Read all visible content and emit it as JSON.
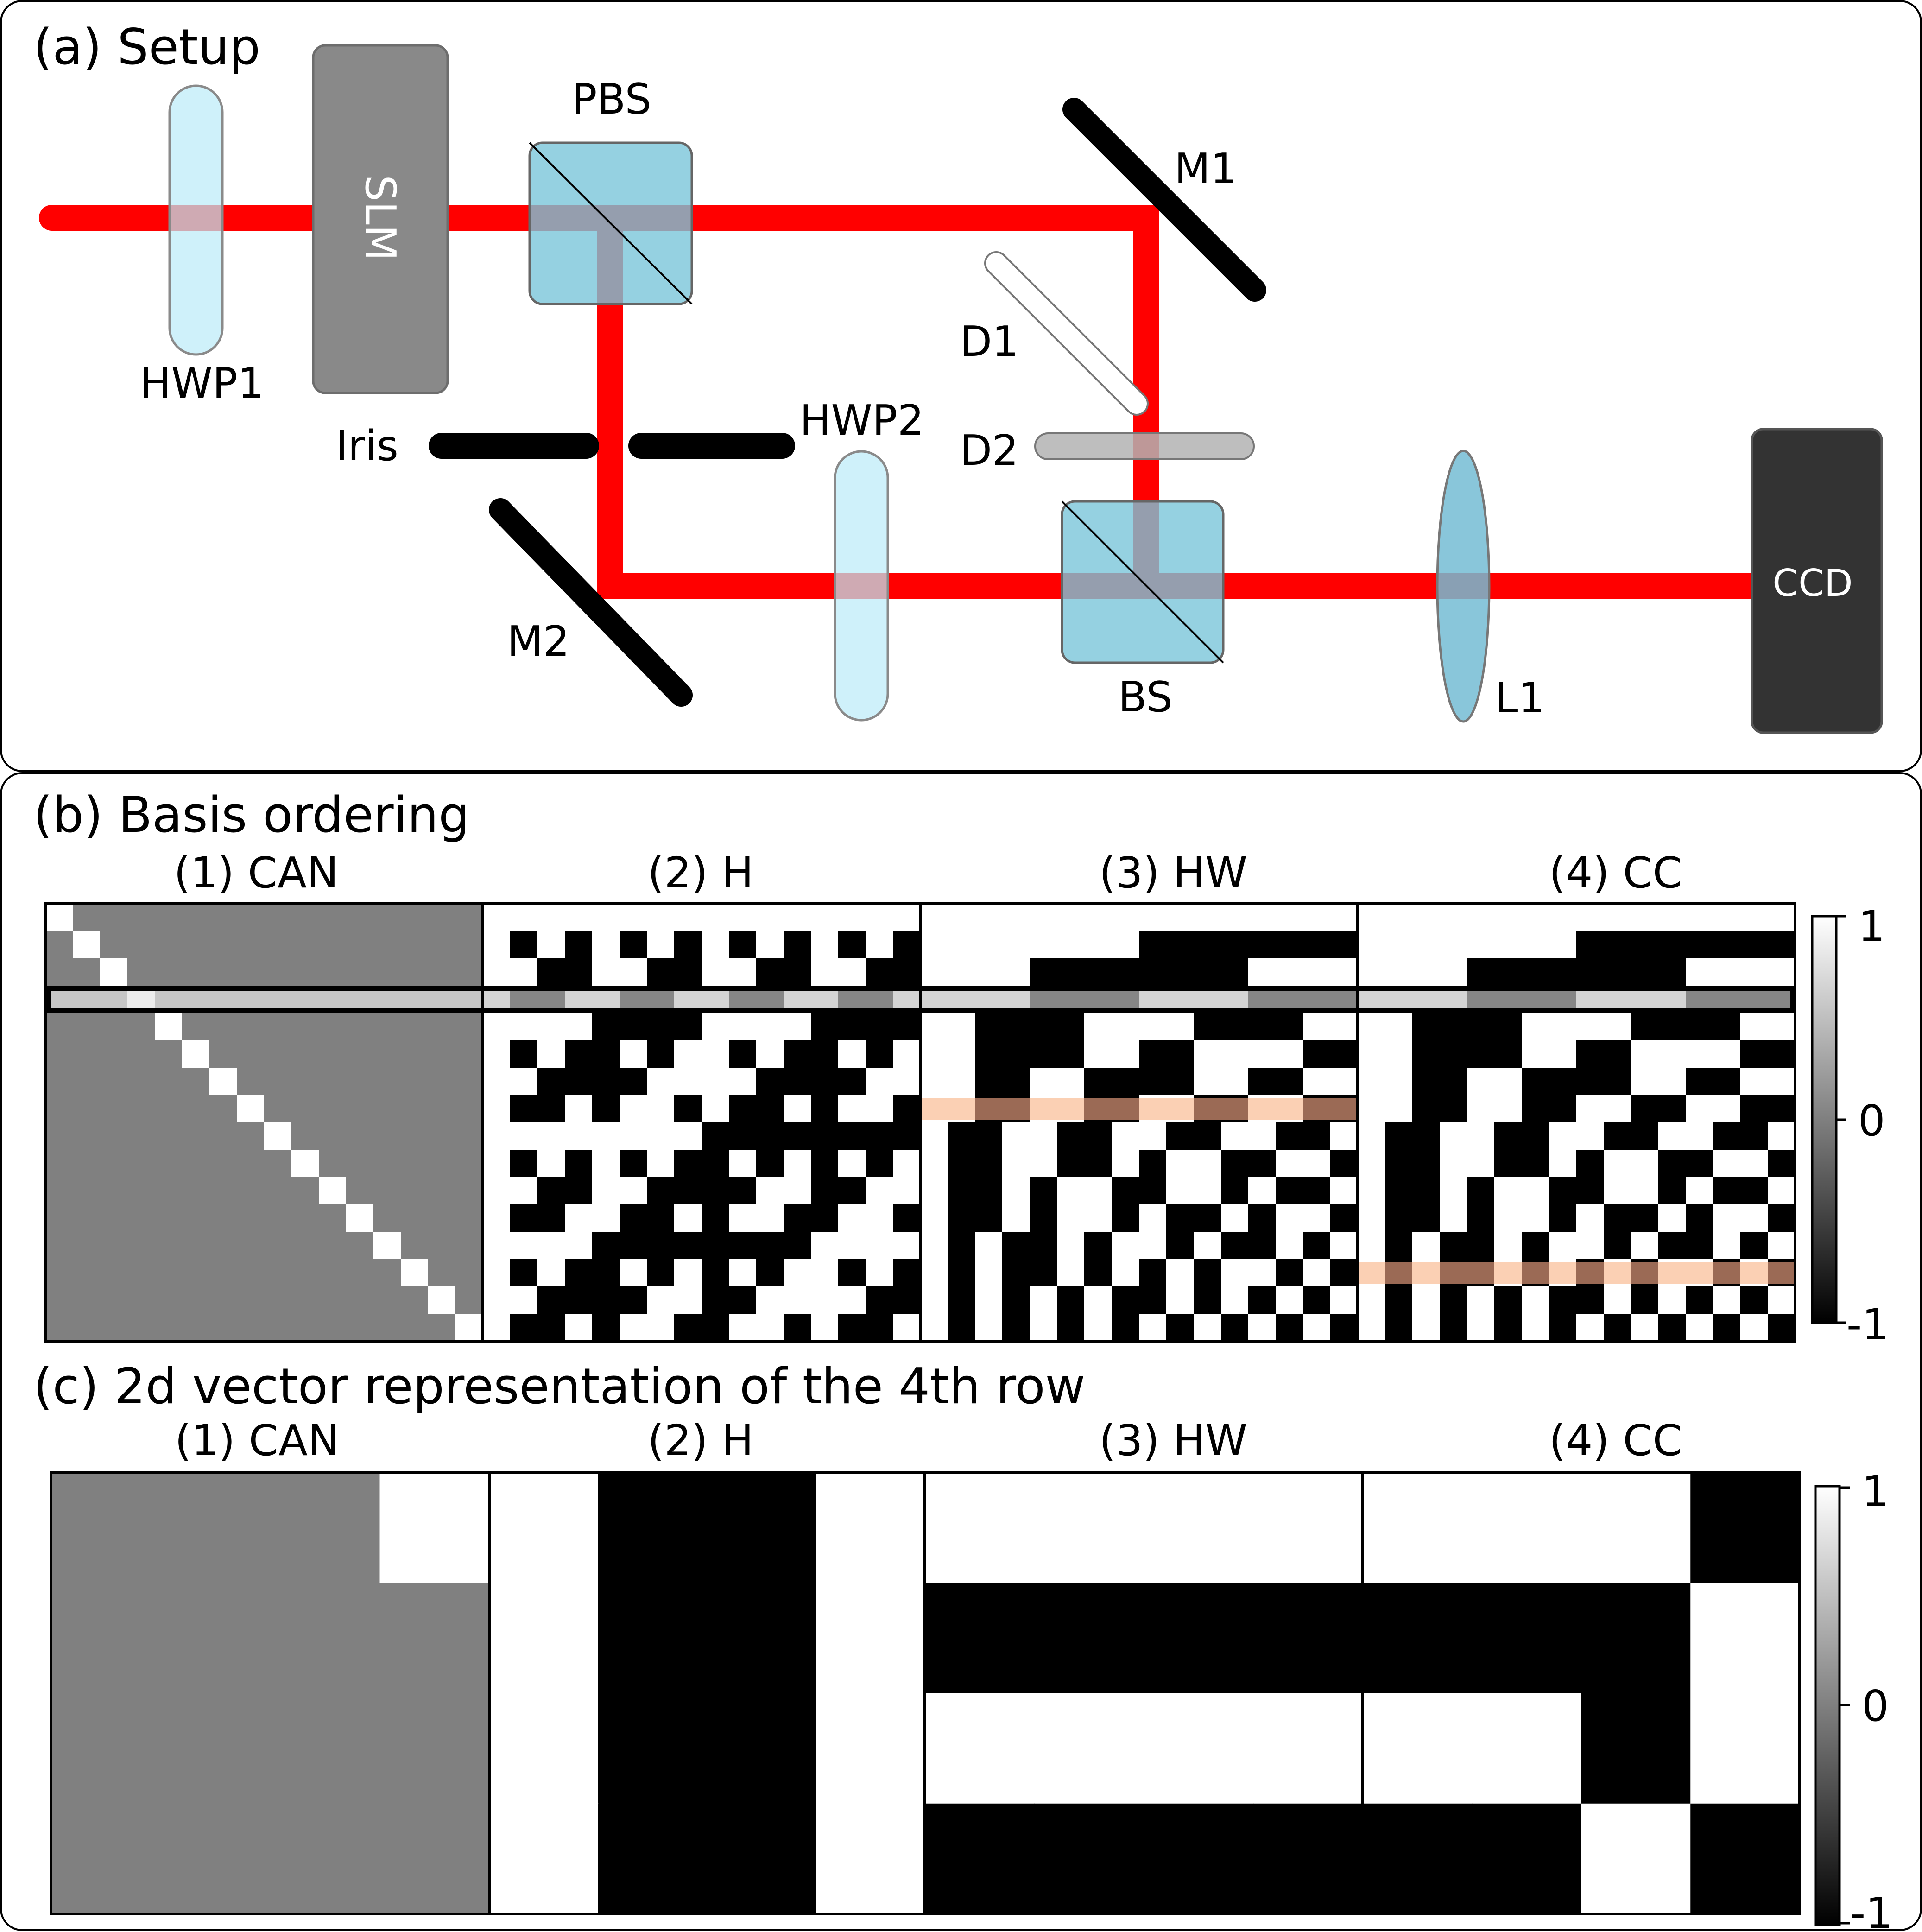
{
  "panel_a": {
    "title": "(a) Setup",
    "labels": {
      "hwp1": "HWP1",
      "slm": "SLM",
      "pbs": "PBS",
      "m1": "M1",
      "d1": "D1",
      "iris": "Iris",
      "hwp2": "HWP2",
      "d2": "D2",
      "m2": "M2",
      "bs": "BS",
      "l1": "L1",
      "ccd": "CCD"
    },
    "colors": {
      "beam": "#ff0000",
      "waveplate": "#bdebf8",
      "cube": "#7ac6da",
      "slm": "#898989",
      "ccd": "#333333",
      "mirror": "#000000",
      "lens": "#74bcd4",
      "d2": "#b3b3b3"
    }
  },
  "panel_b": {
    "title": "(b) Basis ordering",
    "subtitles": [
      "(1) CAN",
      "(2) H",
      "(3) HW",
      "(4) CC"
    ],
    "colorbar": {
      "max": "1",
      "mid": "0",
      "min": "-1"
    },
    "size": 16,
    "highlighted_row": 4,
    "orderings": {
      "HW": [
        0,
        8,
        12,
        4,
        6,
        14,
        10,
        2,
        3,
        11,
        15,
        7,
        5,
        13,
        9,
        1
      ],
      "CC": [
        0,
        8,
        12,
        4,
        6,
        14,
        10,
        2,
        3,
        11,
        15,
        7,
        5,
        13,
        9,
        1
      ]
    }
  },
  "panel_c": {
    "title": "(c) 2d vector representation of the 4th row",
    "subtitles": [
      "(1) CAN",
      "(2) H",
      "(3) HW",
      "(4) CC"
    ],
    "colorbar": {
      "max": "1",
      "mid": "0",
      "min": "-1"
    },
    "grids": {
      "CAN": [
        [
          0,
          0,
          0,
          1
        ],
        [
          0,
          0,
          0,
          0
        ],
        [
          0,
          0,
          0,
          0
        ],
        [
          0,
          0,
          0,
          0
        ]
      ],
      "H": [
        [
          1,
          -1,
          -1,
          1
        ],
        [
          1,
          -1,
          -1,
          1
        ],
        [
          1,
          -1,
          -1,
          1
        ],
        [
          1,
          -1,
          -1,
          1
        ]
      ],
      "HW": [
        [
          1,
          1,
          1,
          1
        ],
        [
          -1,
          -1,
          -1,
          -1
        ],
        [
          1,
          1,
          1,
          1
        ],
        [
          -1,
          -1,
          -1,
          -1
        ]
      ],
      "CC": [
        [
          1,
          1,
          1,
          -1
        ],
        [
          -1,
          -1,
          -1,
          1
        ],
        [
          1,
          1,
          -1,
          1
        ],
        [
          -1,
          -1,
          1,
          -1
        ]
      ]
    }
  }
}
